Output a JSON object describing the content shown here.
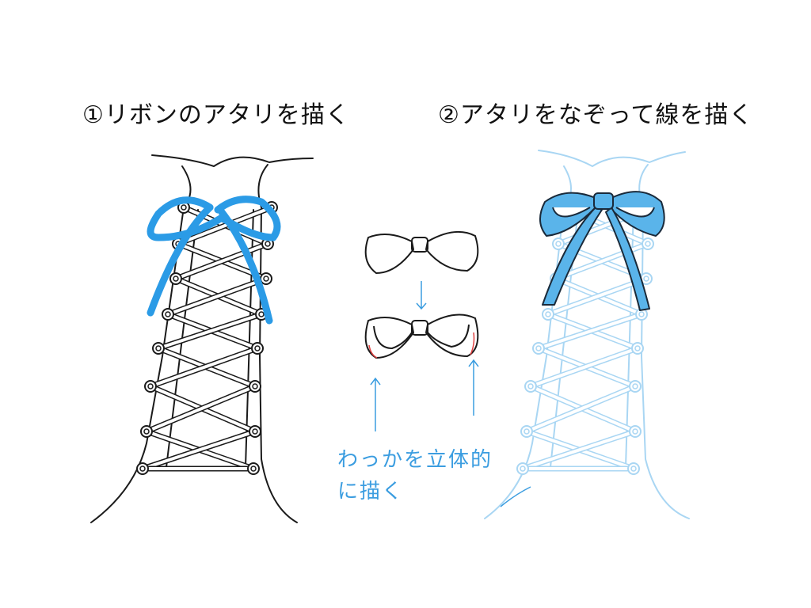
{
  "titles": {
    "step1": "①リボンのアタリを描く",
    "step2": "②アタリをなぞって線を描く"
  },
  "note": {
    "line1": "わっかを立体的",
    "line2": "に描く"
  },
  "colors": {
    "sketch_line": "#1a1a1a",
    "rough_ribbon": "#2b9be6",
    "light_guide": "#a9d6f3",
    "final_ribbon": "#5ab4ea",
    "annotation": "#3b9de0",
    "shadow_mark": "#e04040"
  }
}
